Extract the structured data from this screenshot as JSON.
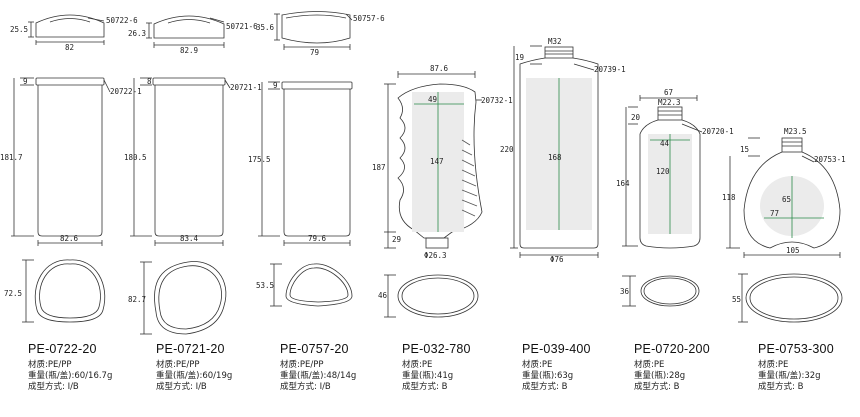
{
  "products": [
    {
      "code": "PE-0722-20",
      "material": "材质:PE/PP",
      "weight": "重量(瓶/盖):60/16.7g",
      "process": "成型方式: I/B",
      "cap_code": "50722-6",
      "cap_h": "25.5",
      "cap_w": "82",
      "neck_h": "9",
      "body_code": "20722-1",
      "body_h": "181.7",
      "body_w": "82.6",
      "base_h": "72.5"
    },
    {
      "code": "PE-0721-20",
      "material": "材质:PE/PP",
      "weight": "重量(瓶/盖):60/19g",
      "process": "成型方式: I/B",
      "cap_code": "50721-6",
      "cap_h": "26.3",
      "cap_w": "82.9",
      "neck_h": "8",
      "body_code": "20721-1",
      "body_h": "180.5",
      "body_w": "83.4",
      "base_h": "82.7"
    },
    {
      "code": "PE-0757-20",
      "material": "材质:PE/PP",
      "weight": "重量(瓶/盖):48/14g",
      "process": "成型方式: I/B",
      "cap_code": "50757-6",
      "cap_h": "35.6",
      "cap_w": "79",
      "neck_h": "9",
      "body_code": "",
      "body_h": "175.5",
      "body_w": "79.6",
      "base_h": "53.5"
    },
    {
      "code": "PE-032-780",
      "material": "材质:PE",
      "weight": "重量(瓶):41g",
      "process": "成型方式: B",
      "top_w": "87.6",
      "body_code": "20732-1",
      "body_h": "187",
      "label_w": "49",
      "label_h": "147",
      "neck_h": "29",
      "neck_d": "Φ26.3",
      "base_h": "46"
    },
    {
      "code": "PE-039-400",
      "material": "材质:PE",
      "weight": "重量(瓶):63g",
      "process": "成型方式: B",
      "neck": "M32",
      "neck_h": "19",
      "body_code": "20739-1",
      "body_h": "220",
      "label_h": "168",
      "body_d": "Φ76"
    },
    {
      "code": "PE-0720-200",
      "material": "材质:PE",
      "weight": "重量(瓶):28g",
      "process": "成型方式: B",
      "top_w": "67",
      "neck": "M22.3",
      "neck_h": "20",
      "body_code": "20720-1",
      "label_w": "44",
      "label_h": "120",
      "body_h": "164",
      "base_h": "36"
    },
    {
      "code": "PE-0753-300",
      "material": "材质:PE",
      "weight": "重量(瓶/盖):32g",
      "process": "成型方式: B",
      "neck": "M23.5",
      "neck_h": "15",
      "body_code": "20753-1",
      "body_h": "118",
      "label_h": "65",
      "label_w": "77",
      "body_w": "105",
      "base_h": "55"
    }
  ]
}
